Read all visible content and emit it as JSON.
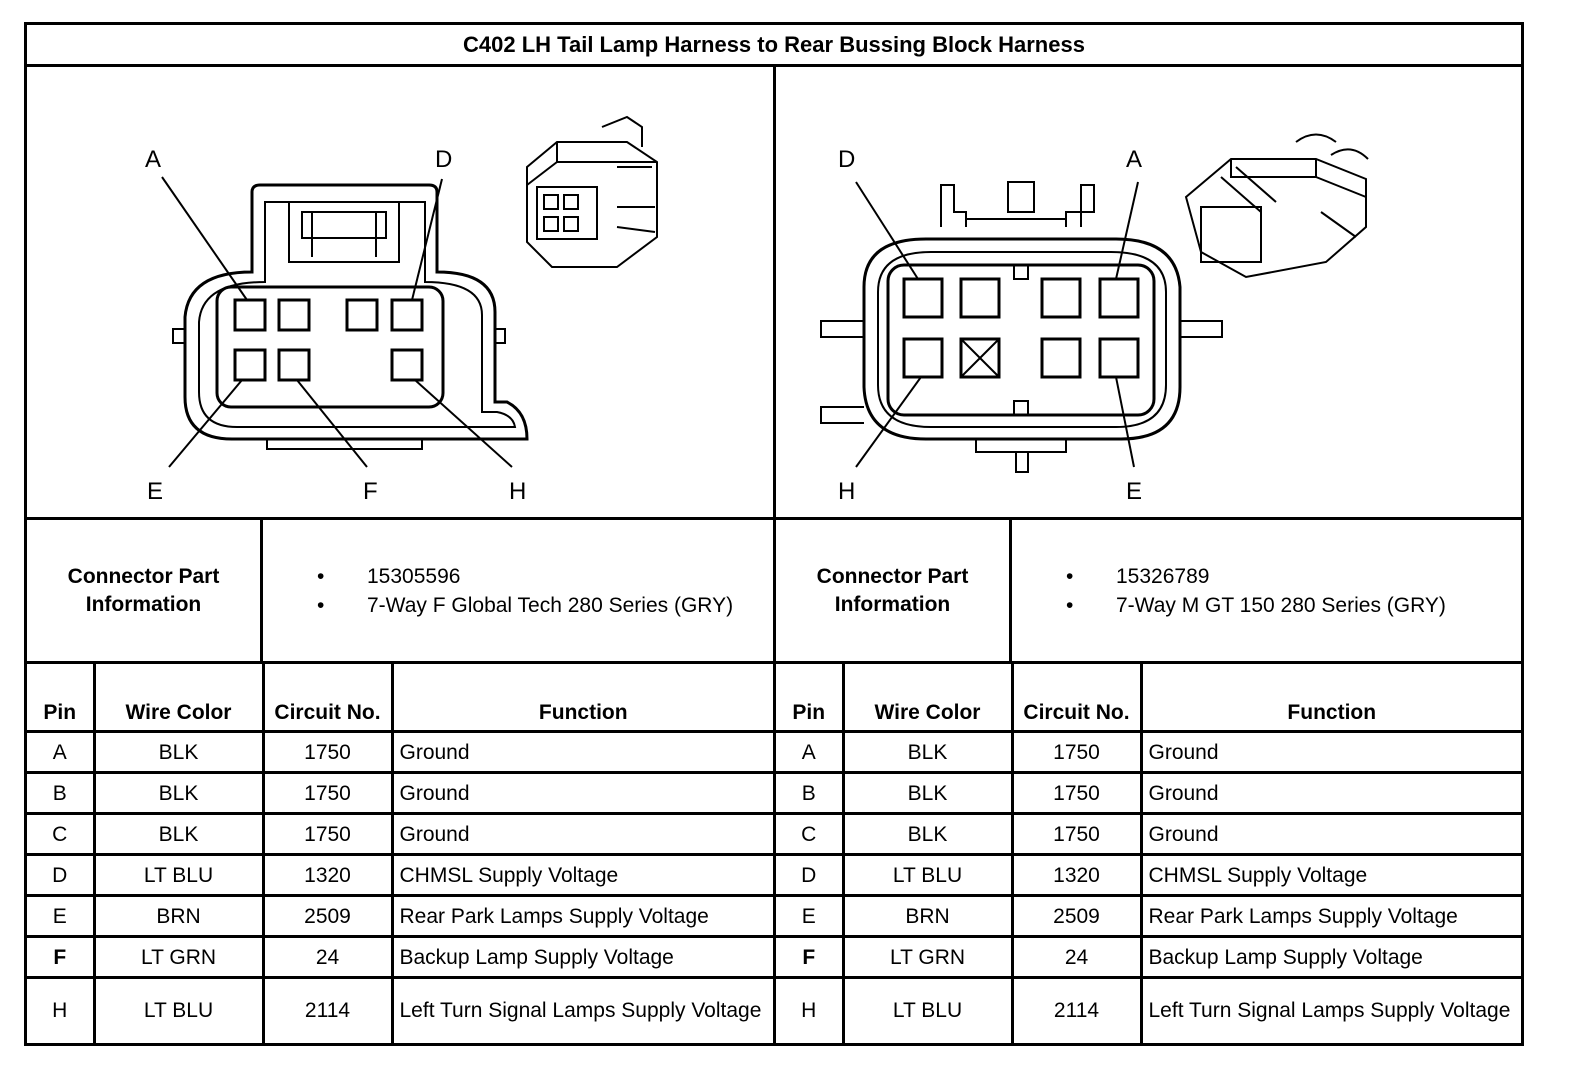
{
  "title": "C402 LH Tail Lamp Harness to Rear Bussing Block Harness",
  "left": {
    "pin_labels": {
      "a": "A",
      "d": "D",
      "e": "E",
      "f": "F",
      "h": "H"
    },
    "info_label": "Connector Part Information",
    "info_items": [
      "15305596",
      "7-Way F Global Tech 280 Series (GRY)"
    ],
    "headers": {
      "pin": "Pin",
      "wire_color": "Wire Color",
      "circuit": "Circuit No.",
      "function": "Function"
    },
    "rows": [
      {
        "pin": "A",
        "color": "BLK",
        "circuit": "1750",
        "function": "Ground"
      },
      {
        "pin": "B",
        "color": "BLK",
        "circuit": "1750",
        "function": "Ground"
      },
      {
        "pin": "C",
        "color": "BLK",
        "circuit": "1750",
        "function": "Ground"
      },
      {
        "pin": "D",
        "color": "LT BLU",
        "circuit": "1320",
        "function": "CHMSL Supply Voltage"
      },
      {
        "pin": "E",
        "color": "BRN",
        "circuit": "2509",
        "function": "Rear Park Lamps Supply Voltage"
      },
      {
        "pin": "F",
        "color": "LT GRN",
        "circuit": "24",
        "function": "Backup Lamp Supply Voltage"
      },
      {
        "pin": "H",
        "color": "LT BLU",
        "circuit": "2114",
        "function": "Left Turn Signal Lamps Supply Voltage"
      }
    ]
  },
  "right": {
    "pin_labels": {
      "a": "A",
      "d": "D",
      "e": "E",
      "h": "H"
    },
    "info_label": "Connector Part Information",
    "info_items": [
      "15326789",
      "7-Way M GT 150 280 Series (GRY)"
    ],
    "headers": {
      "pin": "Pin",
      "wire_color": "Wire Color",
      "circuit": "Circuit No.",
      "function": "Function"
    },
    "rows": [
      {
        "pin": "A",
        "color": "BLK",
        "circuit": "1750",
        "function": "Ground"
      },
      {
        "pin": "B",
        "color": "BLK",
        "circuit": "1750",
        "function": "Ground"
      },
      {
        "pin": "C",
        "color": "BLK",
        "circuit": "1750",
        "function": "Ground"
      },
      {
        "pin": "D",
        "color": "LT BLU",
        "circuit": "1320",
        "function": "CHMSL Supply Voltage"
      },
      {
        "pin": "E",
        "color": "BRN",
        "circuit": "2509",
        "function": "Rear Park Lamps Supply Voltage"
      },
      {
        "pin": "F",
        "color": "LT GRN",
        "circuit": "24",
        "function": "Backup Lamp Supply Voltage"
      },
      {
        "pin": "H",
        "color": "LT BLU",
        "circuit": "2114",
        "function": "Left Turn Signal Lamps Supply Voltage"
      }
    ]
  }
}
